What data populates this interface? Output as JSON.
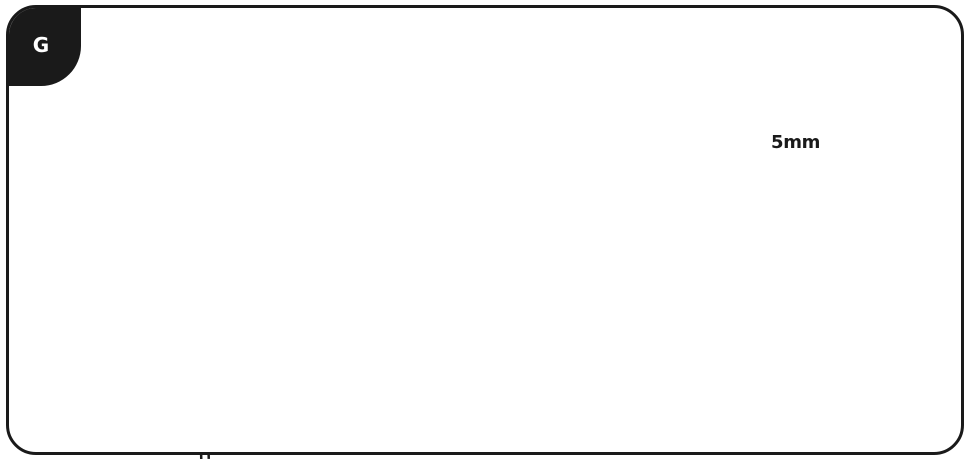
{
  "step": {
    "letter": "G"
  },
  "drill_bit": {
    "size_label": "5mm"
  },
  "colors": {
    "ink": "#1a1a1a",
    "light_gray": "#d9d9d9",
    "mid_gray": "#8c8c8c"
  },
  "icons": [
    "extractor-fan",
    "zoom-callout",
    "drill",
    "wall-plug",
    "mounting-hole"
  ]
}
